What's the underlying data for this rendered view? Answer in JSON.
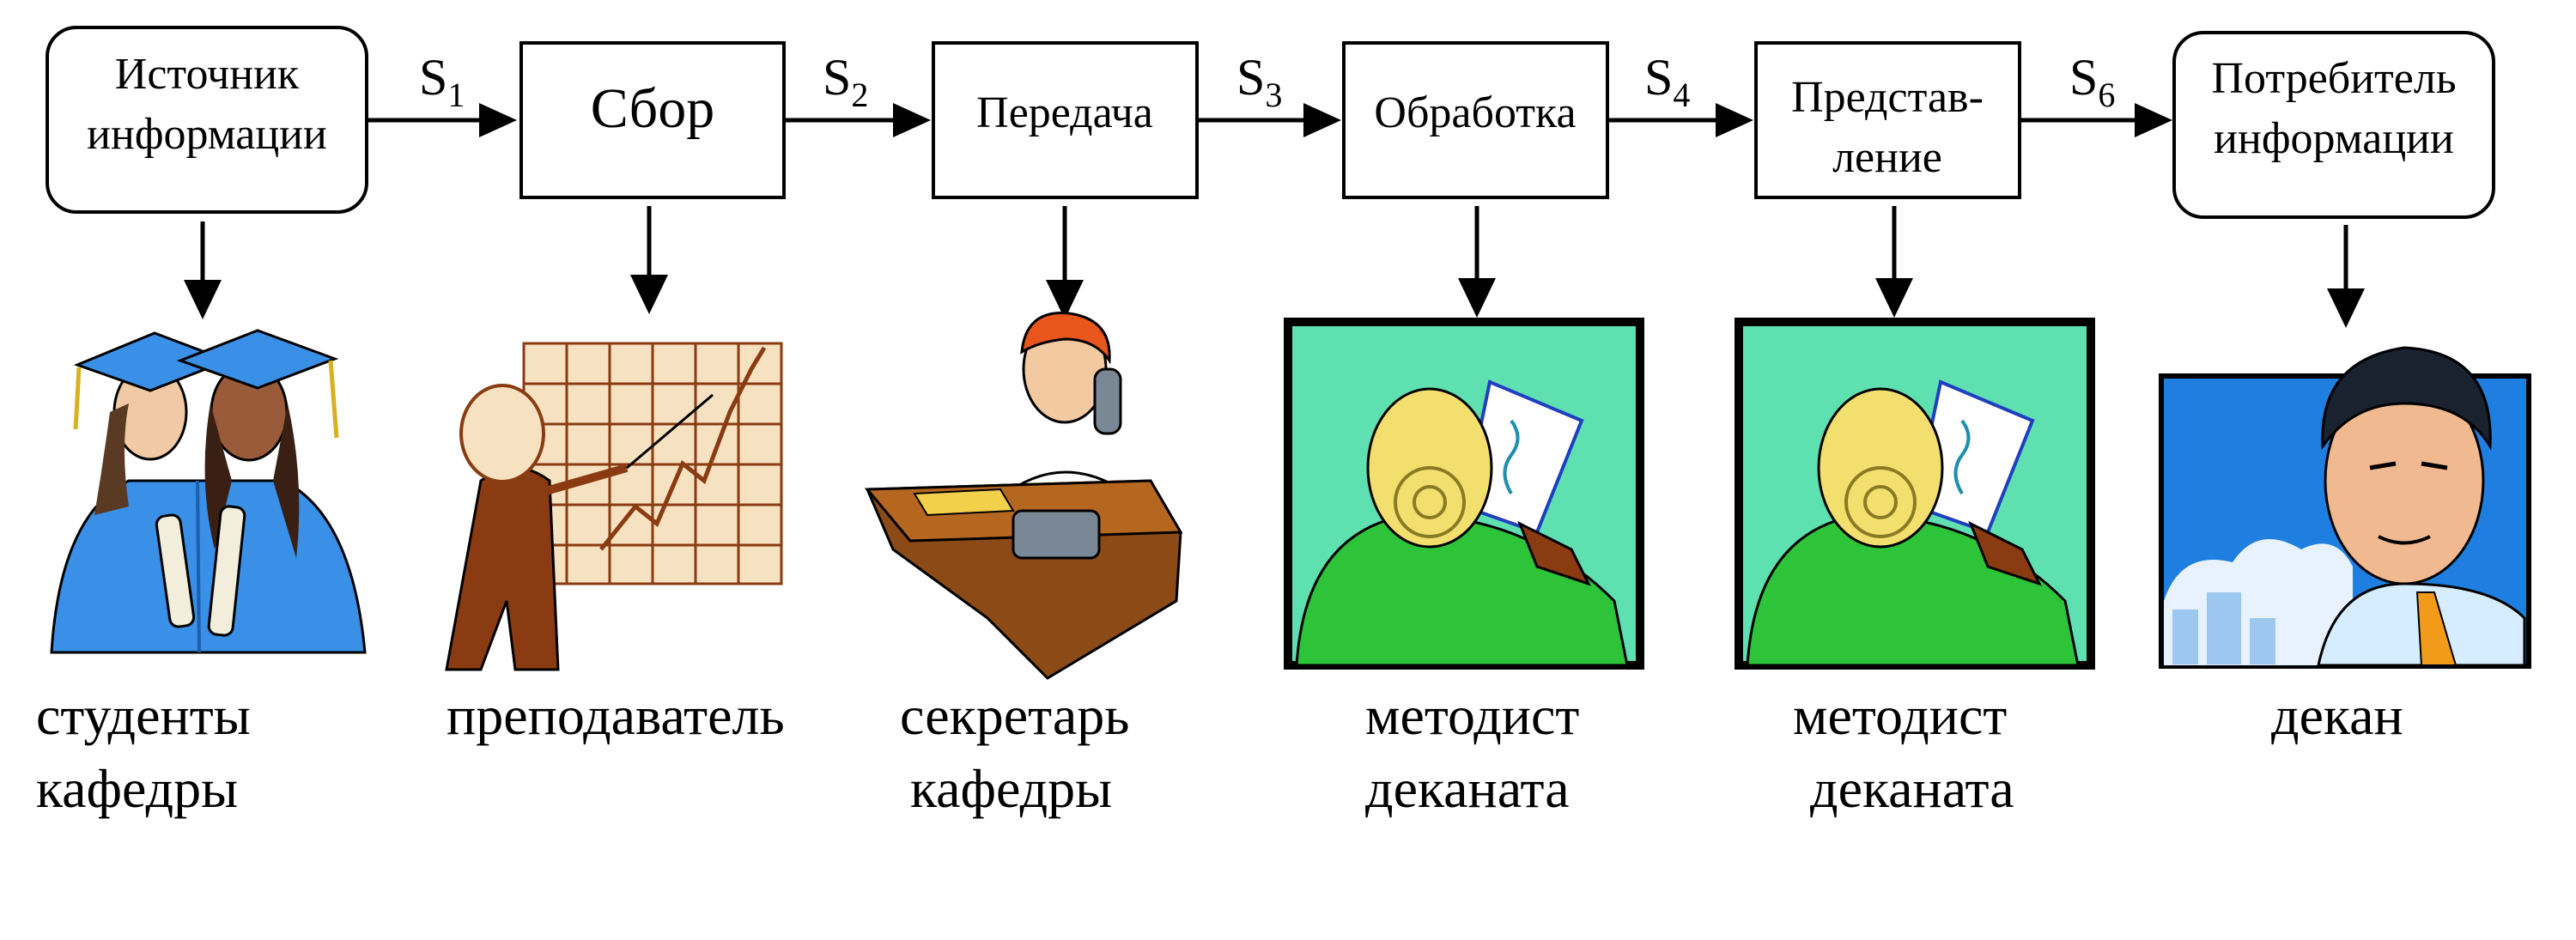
{
  "stages": [
    {
      "id": "source",
      "lines": [
        "Источник",
        "информации"
      ],
      "performer": [
        "студенты",
        "кафедры"
      ]
    },
    {
      "id": "collect",
      "lines": [
        "Сбор"
      ],
      "performer": [
        "преподаватель"
      ]
    },
    {
      "id": "transfer",
      "lines": [
        "Передача"
      ],
      "performer": [
        "секретарь",
        "кафедры"
      ]
    },
    {
      "id": "process",
      "lines": [
        "Обработка"
      ],
      "performer": [
        "методист",
        "деканата"
      ]
    },
    {
      "id": "present",
      "lines": [
        "Представ-",
        "ление"
      ],
      "performer": [
        "методист",
        "деканата"
      ]
    },
    {
      "id": "consumer",
      "lines": [
        "Потребитель",
        "информации"
      ],
      "performer": [
        "декан"
      ]
    }
  ],
  "flows": [
    {
      "letter": "S",
      "sub": "1"
    },
    {
      "letter": "S",
      "sub": "2"
    },
    {
      "letter": "S",
      "sub": "3"
    },
    {
      "letter": "S",
      "sub": "4"
    },
    {
      "letter": "S",
      "sub": "6"
    }
  ],
  "colors": {
    "gown_blue": "#3a8fe6",
    "teacher_brown": "#8a3b12",
    "desk_brown": "#8b4a16",
    "hair_orange": "#e8561c",
    "frame_mint": "#5fe0b0",
    "sweater_green": "#2ec43a",
    "hair_blond": "#f2df6e",
    "sky_blue": "#1f7fe0",
    "tie_orange": "#f29a1a"
  },
  "icons": [
    "graduates-illustration",
    "teacher-chart-illustration",
    "secretary-phone-illustration",
    "methodist-reading-illustration",
    "methodist-reading-illustration",
    "dean-portrait-illustration"
  ]
}
